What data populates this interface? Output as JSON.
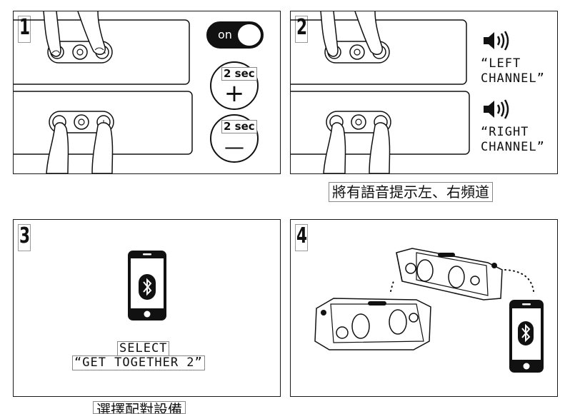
{
  "steps": [
    {
      "number": "1"
    },
    {
      "number": "2"
    },
    {
      "number": "3"
    },
    {
      "number": "4"
    }
  ],
  "step1": {
    "toggle_label": "on",
    "plus_hold": "2 sec",
    "plus_symbol": "+",
    "minus_hold": "2 sec",
    "minus_symbol": "—"
  },
  "step2": {
    "left_channel": "“LEFT\nCHANNEL”",
    "right_channel": "“RIGHT\nCHANNEL”",
    "caption": "將有語音提示左、右頻道"
  },
  "step3": {
    "select_line1": "SELECT",
    "select_line2": "“GET TOGETHER 2”",
    "caption": "選擇配對設備"
  },
  "icons": {
    "speaker": "speaker-sound-icon",
    "bluetooth": "bluetooth-icon",
    "phone": "smartphone-icon"
  }
}
